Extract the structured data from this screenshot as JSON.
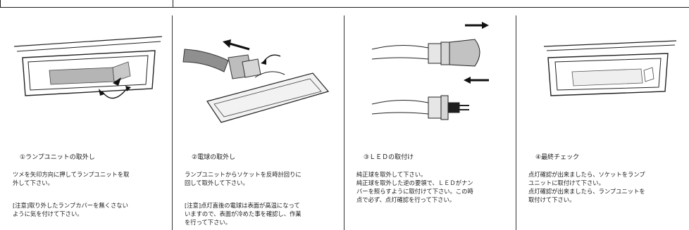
{
  "panels": [
    {
      "caption": "①ランプユニットの取外し",
      "body1": [
        "ツメを矢印方向に押してランプユニットを取",
        "外して下さい。"
      ],
      "body2": [
        "[注意]取り外したランプカバーを無くさない",
        "ように気を付けて下さい。"
      ],
      "illustration": "lamp-unit-removal-illustration"
    },
    {
      "caption": "②電球の取外し",
      "body1": [
        "ランプユニットからソケットを反時計回りに",
        "回して取外して下さい。"
      ],
      "body2": [
        "[注意]点灯直後の電球は表面が高温になって",
        "いますので、表面が冷めた事を確認し、作業",
        "を行って下さい。"
      ],
      "illustration": "bulb-removal-illustration"
    },
    {
      "caption": "③ＬＥＤの取付け",
      "body1": [
        "純正球を取外して下さい。",
        "純正球を取外した逆の要領で、ＬＥＤがナン",
        "バーを照らすように取付けて下さい。この時",
        "点で必ず、点灯確認を行って下さい。"
      ],
      "body2": [],
      "illustration": "led-install-illustration"
    },
    {
      "caption": "④最終チェック",
      "body1": [
        "点灯確認が出来ましたら、ソケットをランプ",
        "ユニットに取付けて下さい。",
        "点灯確認が出来ましたら、ランプユニットを",
        "取付けて下さい。"
      ],
      "body2": [],
      "illustration": "final-check-illustration"
    }
  ]
}
